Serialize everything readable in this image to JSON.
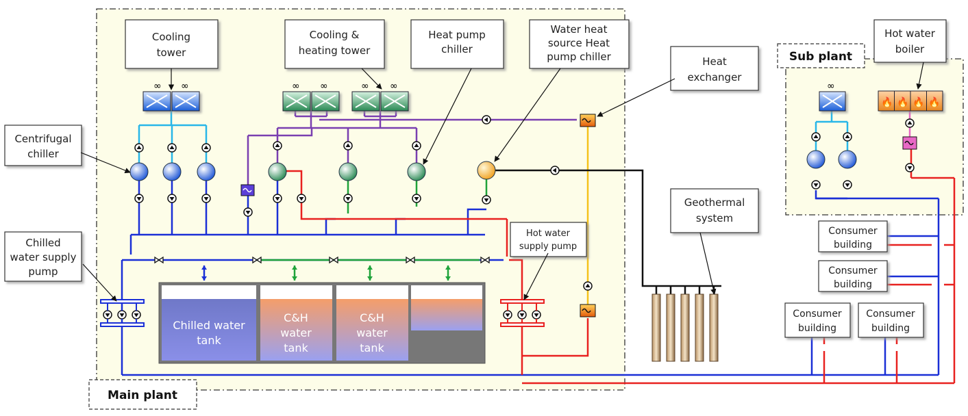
{
  "labels": {
    "cooling_tower": [
      "Cooling",
      "tower"
    ],
    "ch_tower": [
      "Cooling &",
      "heating tower"
    ],
    "hp_chiller": [
      "Heat pump",
      "chiller"
    ],
    "whs_chiller": [
      "Water heat",
      "source Heat",
      "pump chiller"
    ],
    "heat_exchanger": [
      "Heat",
      "exchanger"
    ],
    "hw_boiler": [
      "Hot water",
      "boiler"
    ],
    "centrifugal": [
      "Centrifugal",
      "chiller"
    ],
    "chilled_supply_pump": [
      "Chilled",
      "water supply",
      "pump"
    ],
    "hw_supply_pump": [
      "Hot water",
      "supply pump"
    ],
    "geothermal": [
      "Geothermal",
      "system"
    ],
    "consumer": [
      "Consumer",
      "building"
    ],
    "main_plant": "Main plant",
    "sub_plant": "Sub plant"
  },
  "tanks": {
    "chilled": [
      "Chilled water",
      "tank"
    ],
    "ch1": [
      "C&H",
      "water",
      "tank"
    ],
    "ch2": [
      "C&H",
      "water",
      "tank"
    ]
  },
  "colors": {
    "chilled": "#1a2fd6",
    "hot": "#e8211f",
    "green": "#1fa33a",
    "purple": "#7a3fb0",
    "cyan": "#28b6e8",
    "yellow": "#f5c21b",
    "black": "#111111",
    "plant_bg": "#fdfde8"
  },
  "icons": [
    "pump-icon",
    "valve-icon",
    "heat-exchanger-icon",
    "fan-icon",
    "flame-icon",
    "arrow-icon"
  ]
}
